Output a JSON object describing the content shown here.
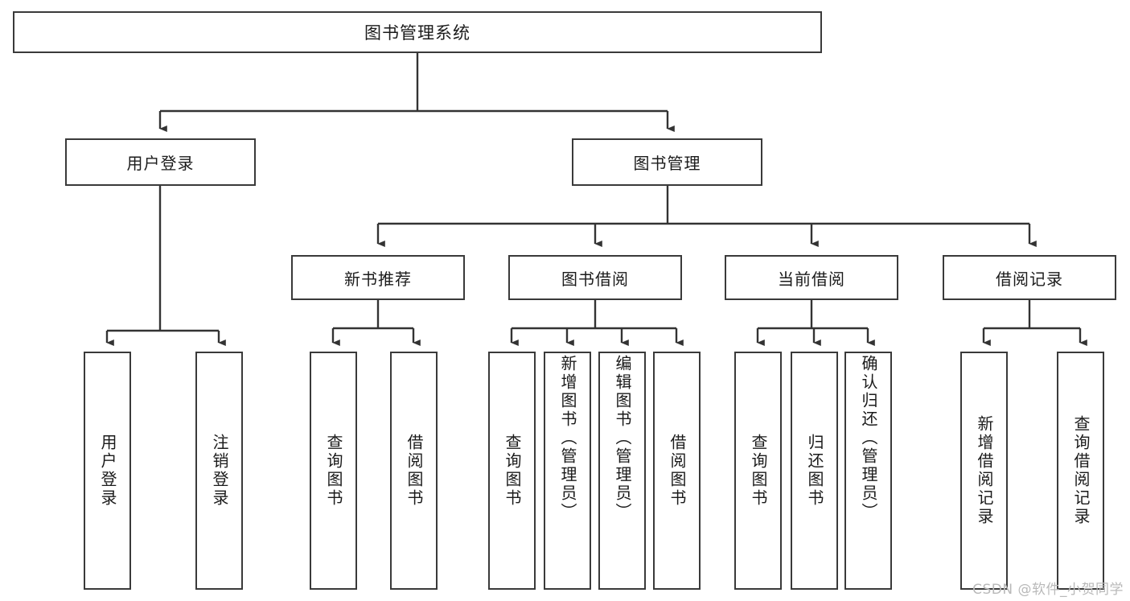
{
  "diagram": {
    "title_text": "图书管理系统",
    "root": {
      "label": "图书管理系统"
    },
    "level2": [
      {
        "label": "用户登录"
      },
      {
        "label": "图书管理"
      }
    ],
    "level3": [
      {
        "label": "新书推荐"
      },
      {
        "label": "图书借阅"
      },
      {
        "label": "当前借阅"
      },
      {
        "label": "借阅记录"
      }
    ],
    "leaves": [
      {
        "label": "用户登录",
        "parent": "用户登录",
        "align": "centered"
      },
      {
        "label": "注销登录",
        "parent": "用户登录",
        "align": "centered"
      },
      {
        "label": "查询图书",
        "parent": "新书推荐",
        "align": "centered"
      },
      {
        "label": "借阅图书",
        "parent": "新书推荐",
        "align": "centered"
      },
      {
        "label": "查询图书",
        "parent": "图书借阅",
        "align": "centered"
      },
      {
        "label": "新增图书（管理员）",
        "parent": "图书借阅",
        "align": "topaligned"
      },
      {
        "label": "编辑图书（管理员）",
        "parent": "图书借阅",
        "align": "topaligned"
      },
      {
        "label": "借阅图书",
        "parent": "图书借阅",
        "align": "centered"
      },
      {
        "label": "查询图书",
        "parent": "当前借阅",
        "align": "centered"
      },
      {
        "label": "归还图书",
        "parent": "当前借阅",
        "align": "centered"
      },
      {
        "label": "确认归还（管理员）",
        "parent": "当前借阅",
        "align": "topaligned"
      },
      {
        "label": "新增借阅记录",
        "parent": "借阅记录",
        "align": "centered"
      },
      {
        "label": "查询借阅记录",
        "parent": "借阅记录",
        "align": "centered"
      }
    ]
  },
  "watermark": {
    "text": "CSDN @软件_小贺同学"
  },
  "colors": {
    "box_border": "#3a3a3a",
    "box_fill": "#ffffff",
    "text": "#1b1b1b",
    "connector": "#333333",
    "watermark": "#b9b9b9",
    "background": "#ffffff"
  }
}
